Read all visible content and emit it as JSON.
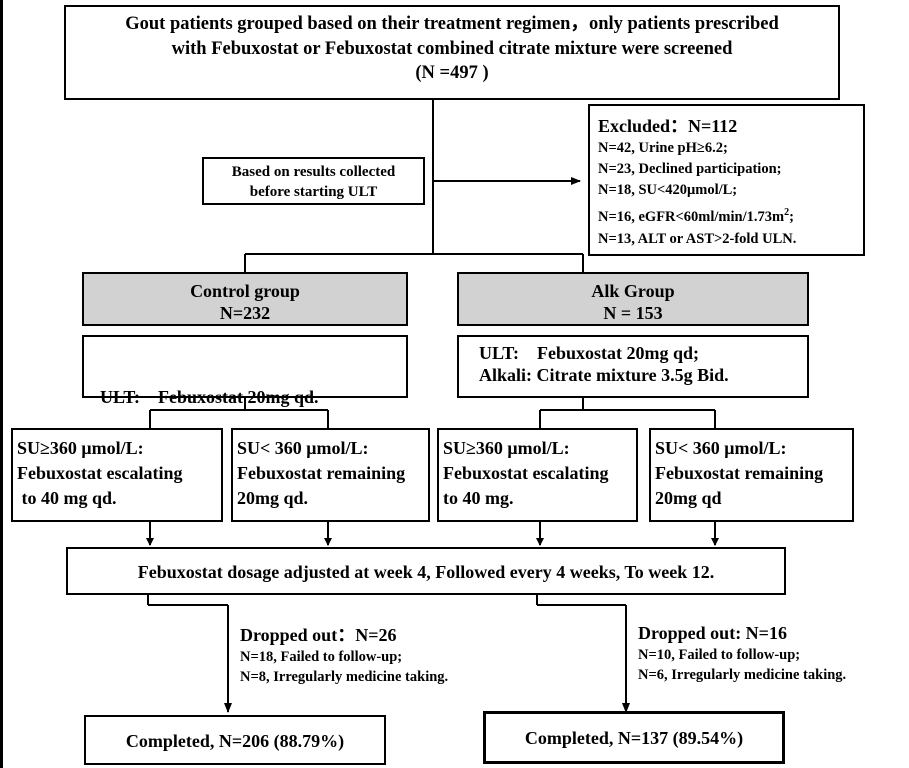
{
  "top_box": {
    "line1": "Gout patients grouped based on their treatment regimen，only patients prescribed",
    "line2": "with Febuxostat or Febuxostat combined citrate mixture were screened",
    "line3": "(N =497 )"
  },
  "based_box": {
    "line1": "Based on results collected",
    "line2": "before starting ULT"
  },
  "excluded_box": {
    "title": "Excluded：N=112",
    "items": [
      "N=42, Urine pH≥6.2;",
      "N=23, Declined participation;",
      "N=18, SU<420μmol/L;",
      "N=16, eGFR<60ml/min/1.73m",
      "N=13, ALT or AST>2-fold ULN."
    ],
    "egfr_superscript": "2",
    "egfr_suffix": ";"
  },
  "control": {
    "title": "Control group",
    "n": "N=232",
    "regimen": "ULT:    Febuxostat 20mg qd.",
    "left": [
      "SU≥360 μmol/L:",
      "Febuxostat escalating",
      " to 40 mg qd."
    ],
    "right": [
      "SU< 360 μmol/L:",
      "Febuxostat remaining",
      "20mg qd."
    ],
    "dropped_title": "Dropped out：N=26",
    "dropped_items": [
      "N=18, Failed to follow-up;",
      "N=8, Irregularly medicine taking."
    ],
    "completed": "Completed, N=206 (88.79%)"
  },
  "alk": {
    "title": "Alk Group",
    "n": "N = 153",
    "regimen1": "ULT:    Febuxostat 20mg qd;",
    "regimen2": "Alkali: Citrate mixture 3.5g Bid.",
    "left": [
      "SU≥360 μmol/L:",
      "Febuxostat escalating",
      "to 40 mg."
    ],
    "right": [
      "SU< 360 μmol/L:",
      "Febuxostat remaining",
      "20mg qd"
    ],
    "dropped_title": "Dropped out: N=16",
    "dropped_items": [
      "N=10, Failed to follow-up;",
      "N=6, Irregularly medicine taking."
    ],
    "completed": "Completed, N=137 (89.54%)"
  },
  "dosage_box": "Febuxostat dosage adjusted at week 4, Followed every 4 weeks, To week 12."
}
